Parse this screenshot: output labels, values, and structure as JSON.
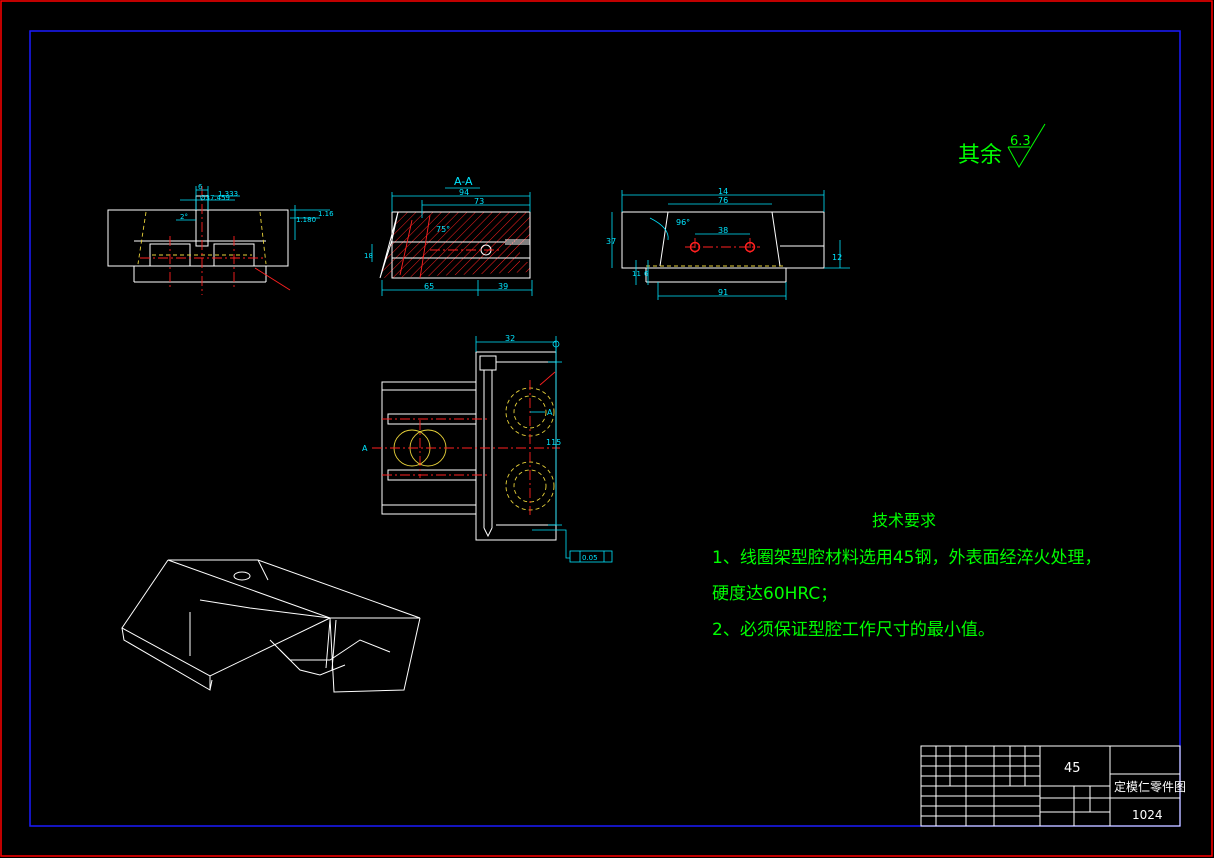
{
  "colors": {
    "background": "#000000",
    "outer_border": "#ff0000",
    "inner_frame": "#0000ff",
    "outline": "#ffffff",
    "dimension": "#00e5ff",
    "centerline": "#ff2020",
    "hidden": "#e8d23a",
    "notes": "#00ff00"
  },
  "roughness": {
    "label": "其余",
    "value": "6.3"
  },
  "section_label": "A-A",
  "tech_requirements": {
    "title": "技术要求",
    "line1": "1、线圈架型腔材料选用45钢，外表面经淬火处理，",
    "line2": "硬度达60HRC；",
    "line3": "2、必须保证型腔工作尺寸的最小值。"
  },
  "title_block": {
    "material": "45",
    "drawing_name": "定模仁零件图",
    "drawing_number": "1024"
  },
  "dims": {
    "front": {
      "d1": "6",
      "d2": "Ø37.459",
      "d3": "1.333",
      "d4": "2°",
      "d5": "1.180",
      "d6": "1.16"
    },
    "section": {
      "d1": "94",
      "d2": "73",
      "d3": "18",
      "d4": "65",
      "d5": "39",
      "ang": "75°"
    },
    "side": {
      "d1": "14",
      "d2": "76",
      "d3": "37",
      "d4": "38",
      "d5": "12",
      "d6": "11",
      "d7": "6",
      "d8": "91",
      "ang": "96°"
    },
    "plan": {
      "d1": "32",
      "d2": "115",
      "a1": "A",
      "a2": "A"
    },
    "tolerance": "0.05"
  }
}
